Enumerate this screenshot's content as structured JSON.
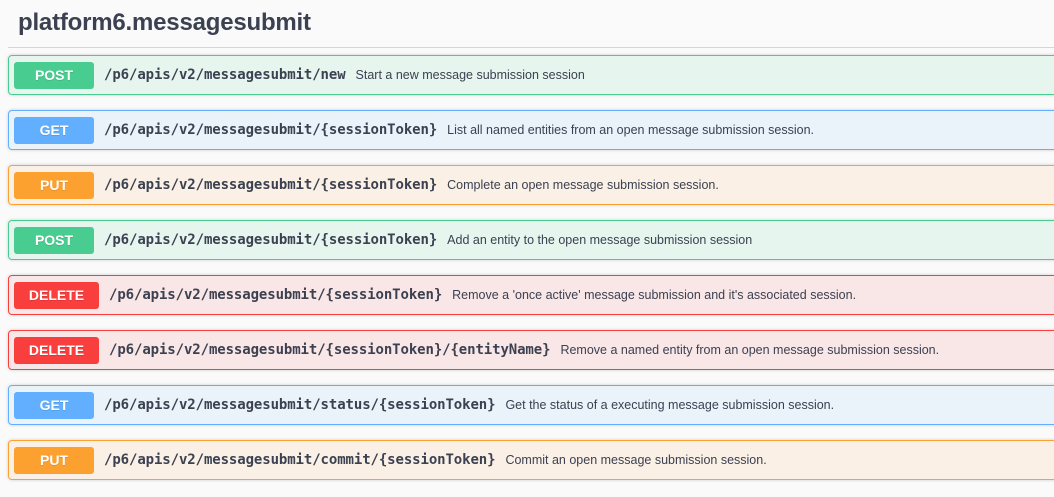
{
  "section": {
    "title": "platform6.messagesubmit"
  },
  "operations": [
    {
      "method": "POST",
      "path": "/p6/apis/v2/messagesubmit/new",
      "summary": "Start a new message submission session"
    },
    {
      "method": "GET",
      "path": "/p6/apis/v2/messagesubmit/{sessionToken}",
      "summary": "List all named entities from an open message submission session."
    },
    {
      "method": "PUT",
      "path": "/p6/apis/v2/messagesubmit/{sessionToken}",
      "summary": "Complete an open message submission session."
    },
    {
      "method": "POST",
      "path": "/p6/apis/v2/messagesubmit/{sessionToken}",
      "summary": "Add an entity to the open message submission session"
    },
    {
      "method": "DELETE",
      "path": "/p6/apis/v2/messagesubmit/{sessionToken}",
      "summary": "Remove a 'once active' message submission and it's associated session."
    },
    {
      "method": "DELETE",
      "path": "/p6/apis/v2/messagesubmit/{sessionToken}/{entityName}",
      "summary": "Remove a named entity from an open message submission session."
    },
    {
      "method": "GET",
      "path": "/p6/apis/v2/messagesubmit/status/{sessionToken}",
      "summary": "Get the status of a executing message submission session."
    },
    {
      "method": "PUT",
      "path": "/p6/apis/v2/messagesubmit/commit/{sessionToken}",
      "summary": "Commit an open message submission session."
    }
  ],
  "colors": {
    "post": "#49cc90",
    "get": "#61affe",
    "put": "#fca130",
    "delete": "#f93e3e",
    "text": "#3b4151"
  }
}
